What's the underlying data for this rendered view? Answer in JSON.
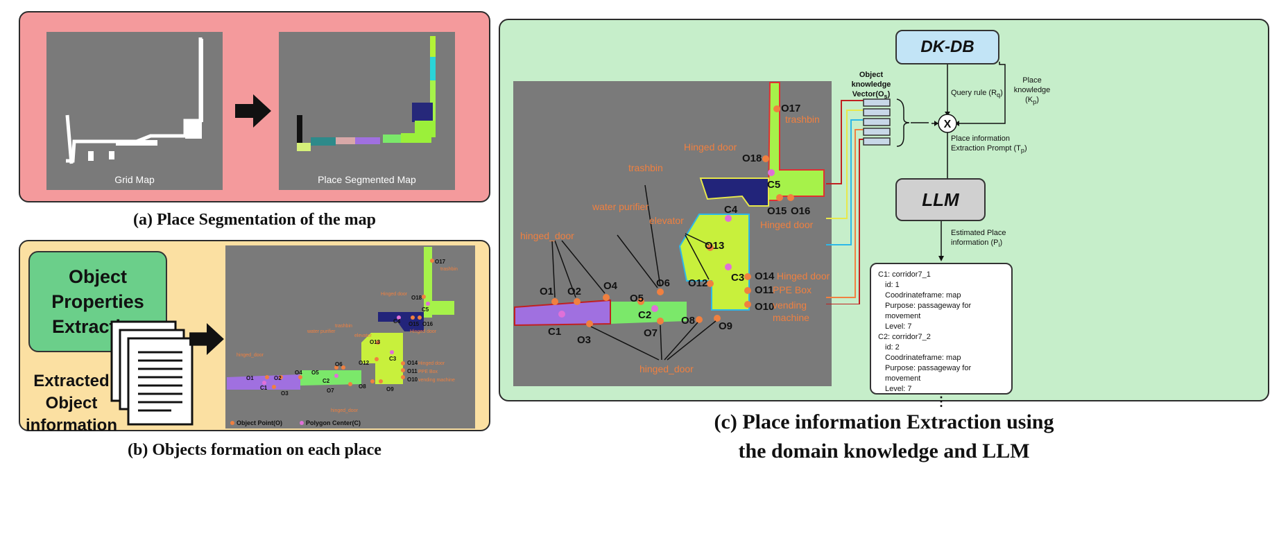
{
  "panel_a": {
    "caption": "(a) Place Segmentation of the map",
    "grid_map_label": "Grid Map",
    "segmented_map_label": "Place Segmented Map"
  },
  "panel_b": {
    "caption": "(b) Objects formation on each place",
    "extraction_box": "Object Properties Extraction",
    "extracted_info": "Extracted Object information",
    "legend_object_point": "Object Point(O)",
    "legend_polygon_center": "Polygon Center(C)",
    "map_labels": {
      "o17": "O17",
      "trashbin_top": "trashbin",
      "hinged_door_o18": "Hinged door",
      "o18": "O18",
      "c5": "C5",
      "c4": "C4",
      "o15": "O15",
      "o16": "O16",
      "hinged_door_c4": "Hinged door",
      "trashbin": "trashbin",
      "water_purifier": "water purifier",
      "elevator": "elevator",
      "o13": "O13",
      "o12": "O12",
      "c3": "C3",
      "o14": "O14",
      "hinged_door_o14": "Hinged door",
      "o11": "O11",
      "ppe": "PPE Box",
      "o10": "O10",
      "vending": "vending machine",
      "hinged_door_left": "hinged_door",
      "o1": "O1",
      "o2": "O2",
      "o4": "O4",
      "o5": "O5",
      "o6": "O6",
      "c2": "C2",
      "c1": "C1",
      "o3": "O3",
      "o7": "O7",
      "o8": "O8",
      "o9": "O9",
      "hinged_door_bottom": "hinged_door"
    }
  },
  "panel_c": {
    "caption_line1": "(c) Place information Extraction using",
    "caption_line2": "the domain knowledge and LLM",
    "dkdb": "DK-DB",
    "llm": "LLM",
    "query_rule": "Query rule (R",
    "query_rule_sub": "q",
    "place_knowledge": "Place knowledge (K",
    "place_knowledge_sub": "p",
    "object_vector": "Object knowledge Vector(O",
    "object_vector_sub": "s",
    "prompt": "Place information Extraction Prompt (T",
    "prompt_sub": "p",
    "estimated": "Estimated Place information (P",
    "estimated_sub": "i",
    "multiply": "X",
    "output_lines": [
      "C1: corridor7_1",
      "id: 1",
      "Coodrinateframe: map",
      "Purpose: passageway for movement",
      "Level: 7",
      "C2: corridor7_2",
      "id: 2",
      "Coodrinateframe: map",
      "Purpose: passageway for movement",
      "Level: 7"
    ],
    "ellipsis": "⋮",
    "map_labels": {
      "o17": "O17",
      "trashbin_top": "trashbin",
      "hinged_door_o18": "Hinged door",
      "o18": "O18",
      "c5": "C5",
      "c4": "C4",
      "o15": "O15",
      "o16": "O16",
      "hinged_door_c4": "Hinged door",
      "trashbin": "trashbin",
      "water_purifier": "water purifier",
      "elevator": "elevator",
      "o13": "O13",
      "o12": "O12",
      "c3": "C3",
      "o14": "O14",
      "hinged_door_o14": "Hinged door",
      "o11": "O11",
      "ppe": "PPE Box",
      "o10": "O10",
      "vending1": "vending",
      "vending2": "machine",
      "hinged_door_left": "hinged_door",
      "o1": "O1",
      "o2": "O2",
      "o4": "O4",
      "o5": "O5",
      "o6": "O6",
      "c2": "C2",
      "c1": "C1",
      "o3": "O3",
      "o7": "O7",
      "o8": "O8",
      "o9": "O9",
      "hinged_door_bottom": "hinged_door"
    }
  },
  "colors": {
    "panel_a_bg": "#f49a9c",
    "panel_b_bg": "#fbe0a2",
    "panel_c_bg": "#c6eeca",
    "extraction_box": "#6bcf8a",
    "dkdb_box": "#c2e4f6",
    "llm_box": "#d0d0d0",
    "object_point": "#f08040",
    "polygon_center": "#e070d8",
    "map_bg": "#7a7a7a"
  }
}
